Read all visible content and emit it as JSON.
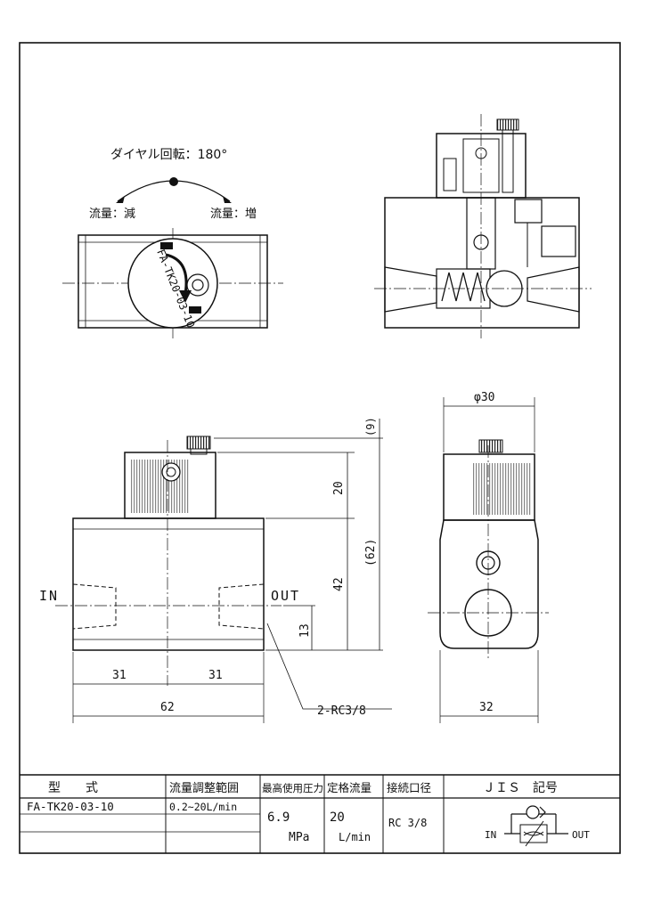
{
  "top_view": {
    "dial_label": "ダイヤル回転：180°",
    "decrease_label": "流量：減",
    "increase_label": "流量：増",
    "dial_text": "FA-TK20-03-10"
  },
  "dimensions": {
    "dia": "φ30",
    "nine": "(9)",
    "twenty": "20",
    "sixty_two_paren": "(62)",
    "forty_two": "42",
    "thirteen": "13",
    "thirty_one_a": "31",
    "thirty_one_b": "31",
    "sixty_two": "62",
    "thirty_two": "32",
    "port_callout": "2-RC3/8"
  },
  "ports": {
    "in": "IN",
    "out": "OUT"
  },
  "spec_table": {
    "headers": [
      "型　　式",
      "流量調整範囲",
      "最高使用圧力",
      "定格流量",
      "接続口径",
      "ＪＩＳ　記号"
    ],
    "model": "FA-TK20-03-10",
    "flow_range": "0.2~20L/min",
    "pressure_value": "6.9",
    "pressure_unit": "MPa",
    "rated_flow_value": "20",
    "rated_flow_unit": "L/min",
    "port_size": "RC 3/8",
    "jis_in": "IN",
    "jis_out": "OUT"
  },
  "colors": {
    "line": "#111111",
    "paper": "#ffffff"
  }
}
